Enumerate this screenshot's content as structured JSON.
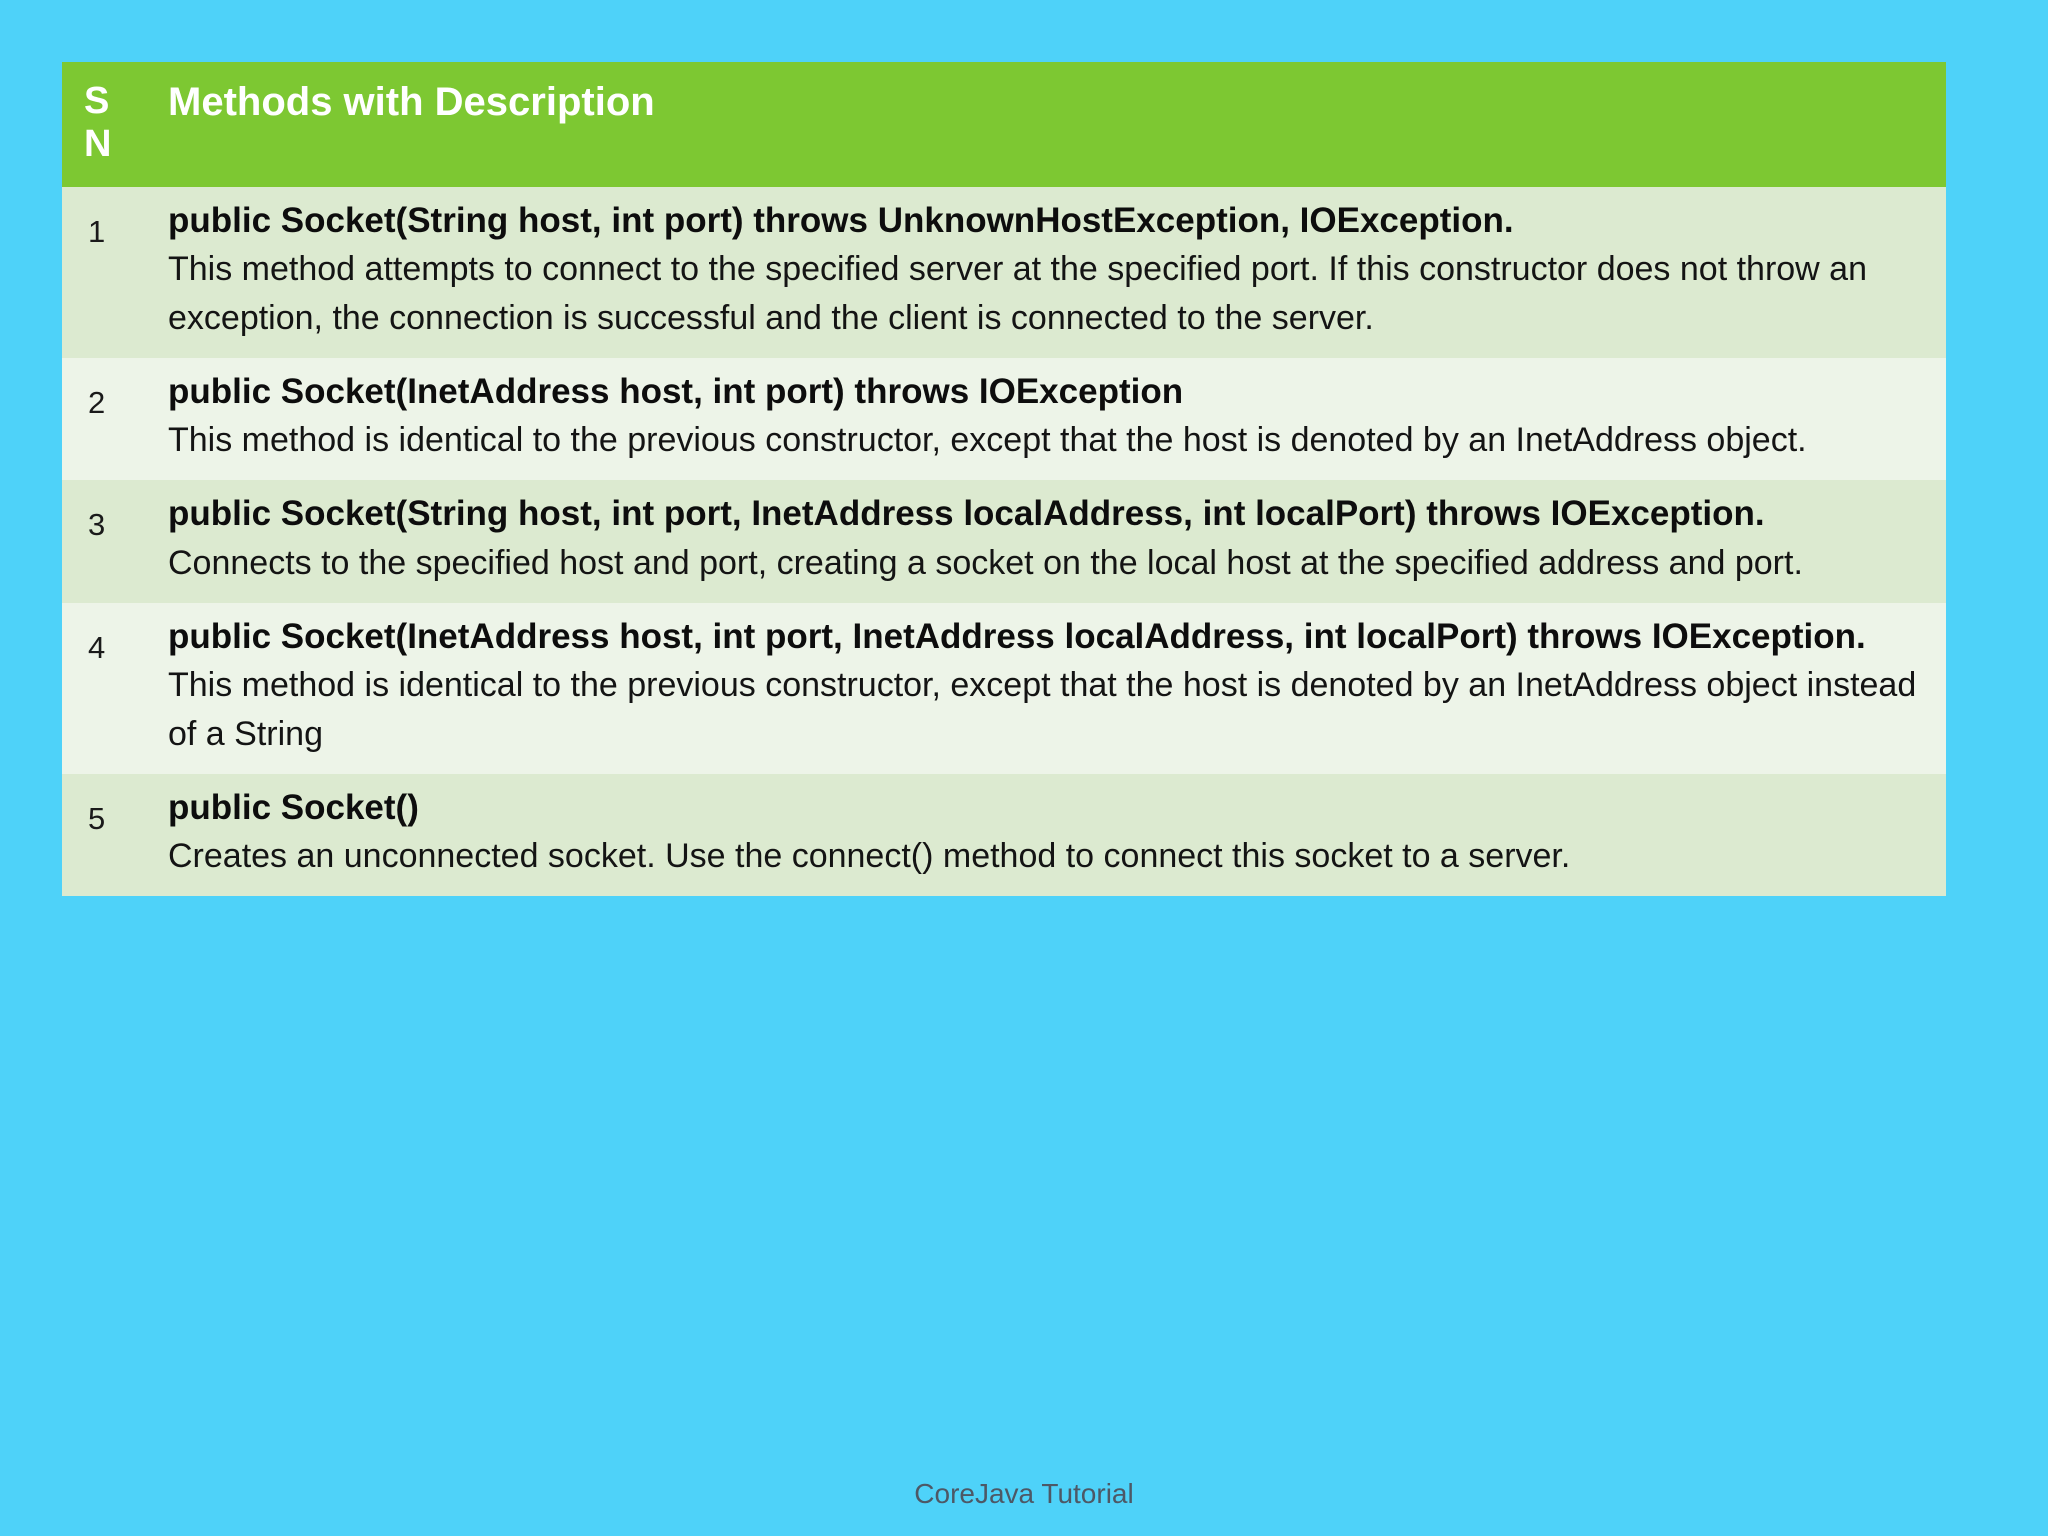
{
  "background_color": "#4ed2f9",
  "table": {
    "header": {
      "sn_line1": "S",
      "sn_line2": "N",
      "description_label": "Methods with Description",
      "background_color": "#7dc832",
      "text_color": "#ffffff"
    },
    "row_colors": {
      "odd": "#dcead0",
      "even": "#edf4e8"
    },
    "rows": [
      {
        "sn": "1",
        "signature": "public Socket(String host, int port) throws UnknownHostException, IOException.",
        "description": "This method attempts to connect to the specified server at the specified port. If this constructor does not throw an exception, the connection is successful and the client is connected to the server."
      },
      {
        "sn": "2",
        "signature": "public Socket(InetAddress host, int port) throws IOException",
        "description": "This method is identical to the previous constructor, except that the host is denoted by an InetAddress object."
      },
      {
        "sn": "3",
        "signature": "public Socket(String host, int port, InetAddress localAddress, int localPort) throws IOException.",
        "description": "Connects to the specified host and port, creating a socket on the local host at the specified address and port."
      },
      {
        "sn": "4",
        "signature": "public Socket(InetAddress host, int port, InetAddress localAddress, int localPort) throws IOException.",
        "description": "This method is identical to the previous constructor, except that the host is denoted by an InetAddress object instead of a String"
      },
      {
        "sn": "5",
        "signature": "public Socket()",
        "description": "Creates an unconnected socket. Use the connect() method to connect this socket to a server."
      }
    ]
  },
  "footer": {
    "text": "CoreJava Tutorial",
    "color": "#4d5866"
  }
}
